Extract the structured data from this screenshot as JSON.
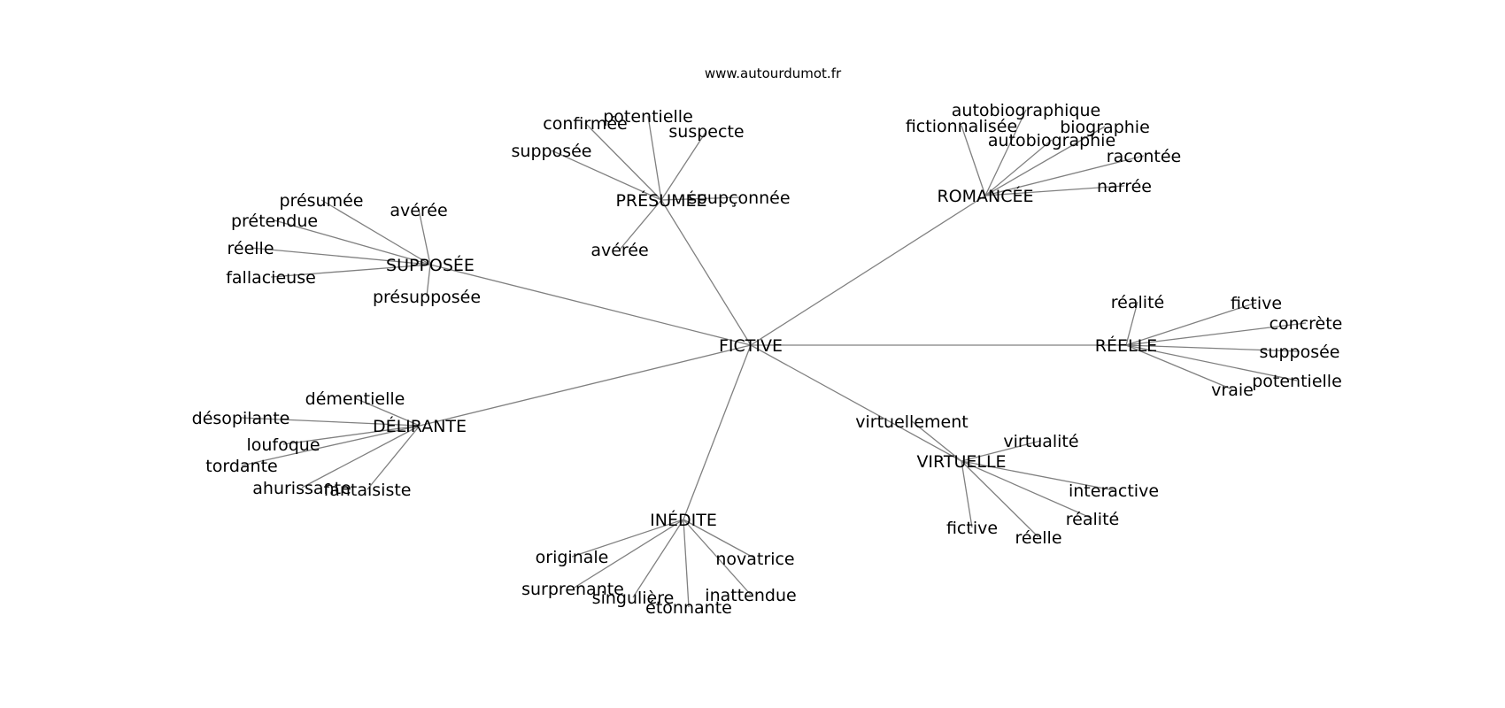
{
  "header": {
    "website": "www.autourdumot.fr"
  },
  "graph": {
    "root": "FICTIVE",
    "clusters": [
      {
        "label": "PRÉSUMÉE",
        "words": [
          "confirmée",
          "potentielle",
          "suspecte",
          "supposée",
          "soupçonnée",
          "avérée"
        ]
      },
      {
        "label": "ROMANCÉE",
        "words": [
          "autobiographique",
          "fictionnalisée",
          "biographie",
          "autobiographie",
          "racontée",
          "narrée"
        ]
      },
      {
        "label": "SUPPOSÉE",
        "words": [
          "présumée",
          "avérée",
          "prétendue",
          "réelle",
          "fallacieuse",
          "présupposée"
        ]
      },
      {
        "label": "RÉELLE",
        "words": [
          "réalité",
          "fictive",
          "concrète",
          "supposée",
          "potentielle",
          "vraie"
        ]
      },
      {
        "label": "DÉLIRANTE",
        "words": [
          "démentielle",
          "désopilante",
          "loufoque",
          "tordante",
          "ahurissante",
          "fantaisiste"
        ]
      },
      {
        "label": "VIRTUELLE",
        "words": [
          "virtuellement",
          "virtualité",
          "interactive",
          "réalité",
          "fictive",
          "réelle"
        ]
      },
      {
        "label": "INÉDITE",
        "words": [
          "originale",
          "novatrice",
          "surprenante",
          "singulière",
          "étonnante",
          "inattendue"
        ]
      }
    ]
  }
}
